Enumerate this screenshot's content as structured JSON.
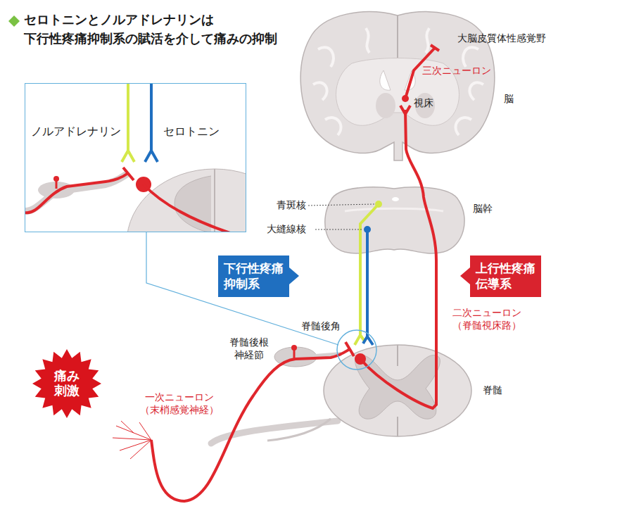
{
  "diagram": {
    "title": "セロトニンとノルアドレナリンは 下行性疼痛抑制系の賦活を介して痛みの抑制",
    "nodes": [
      {
        "text": [
          "ノルアドレナリン",
          "セロトニン"
        ]
      },
      {
        "text": [
          "下行性疼痛抑制系"
        ]
      },
      {
        "text": [
          "上行性疼痛伝導系"
        ]
      },
      {
        "text": [
          "痛み刺激"
        ]
      }
    ],
    "labels": [
      "大脳皮質体性感覚野",
      "三次ニューロン",
      "視床",
      "脳",
      "青斑核",
      "大縫線核",
      "脳幹",
      "二次ニューロン （脊髄視床路）",
      "脊髄後角",
      "脊髄後根 神経節",
      "一次ニューロン （末梢感覚神経）",
      "脊髄"
    ]
  }
}
